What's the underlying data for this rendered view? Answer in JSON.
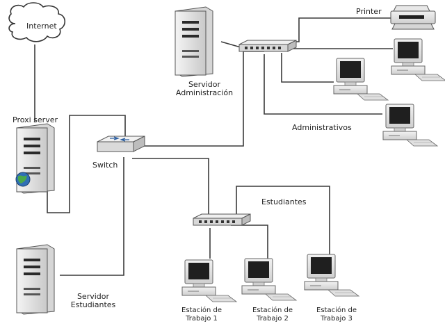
{
  "labels": {
    "internet": "Internet",
    "proxy_server": "Proxi server",
    "switch": "Switch",
    "servidor_admin_line1": "Servidor",
    "servidor_admin_line2": "Administración",
    "printer": "Printer",
    "administrativos": "Administrativos",
    "estudiantes": "Estudiantes",
    "servidor_est_line1": "Servidor",
    "servidor_est_line2": "Estudiantes",
    "estacion1_line1": "Estación de",
    "estacion1_line2": "Trabajo 1",
    "estacion2_line1": "Estación de",
    "estacion2_line2": "Trabajo 2",
    "estacion3_line1": "Estación de",
    "estacion3_line2": "Trabajo 3"
  },
  "colors": {
    "line": "#3a3a3a",
    "device_body": "#e6e6e6",
    "device_dark": "#1f1f1f",
    "globe": "#2f6fb5"
  },
  "icons": {
    "cloud": "cloud-icon",
    "server": "server-tower-icon",
    "switch": "network-switch-icon",
    "hub": "network-hub-icon",
    "workstation": "workstation-computer-icon",
    "printer": "printer-icon",
    "globe": "globe-icon"
  }
}
